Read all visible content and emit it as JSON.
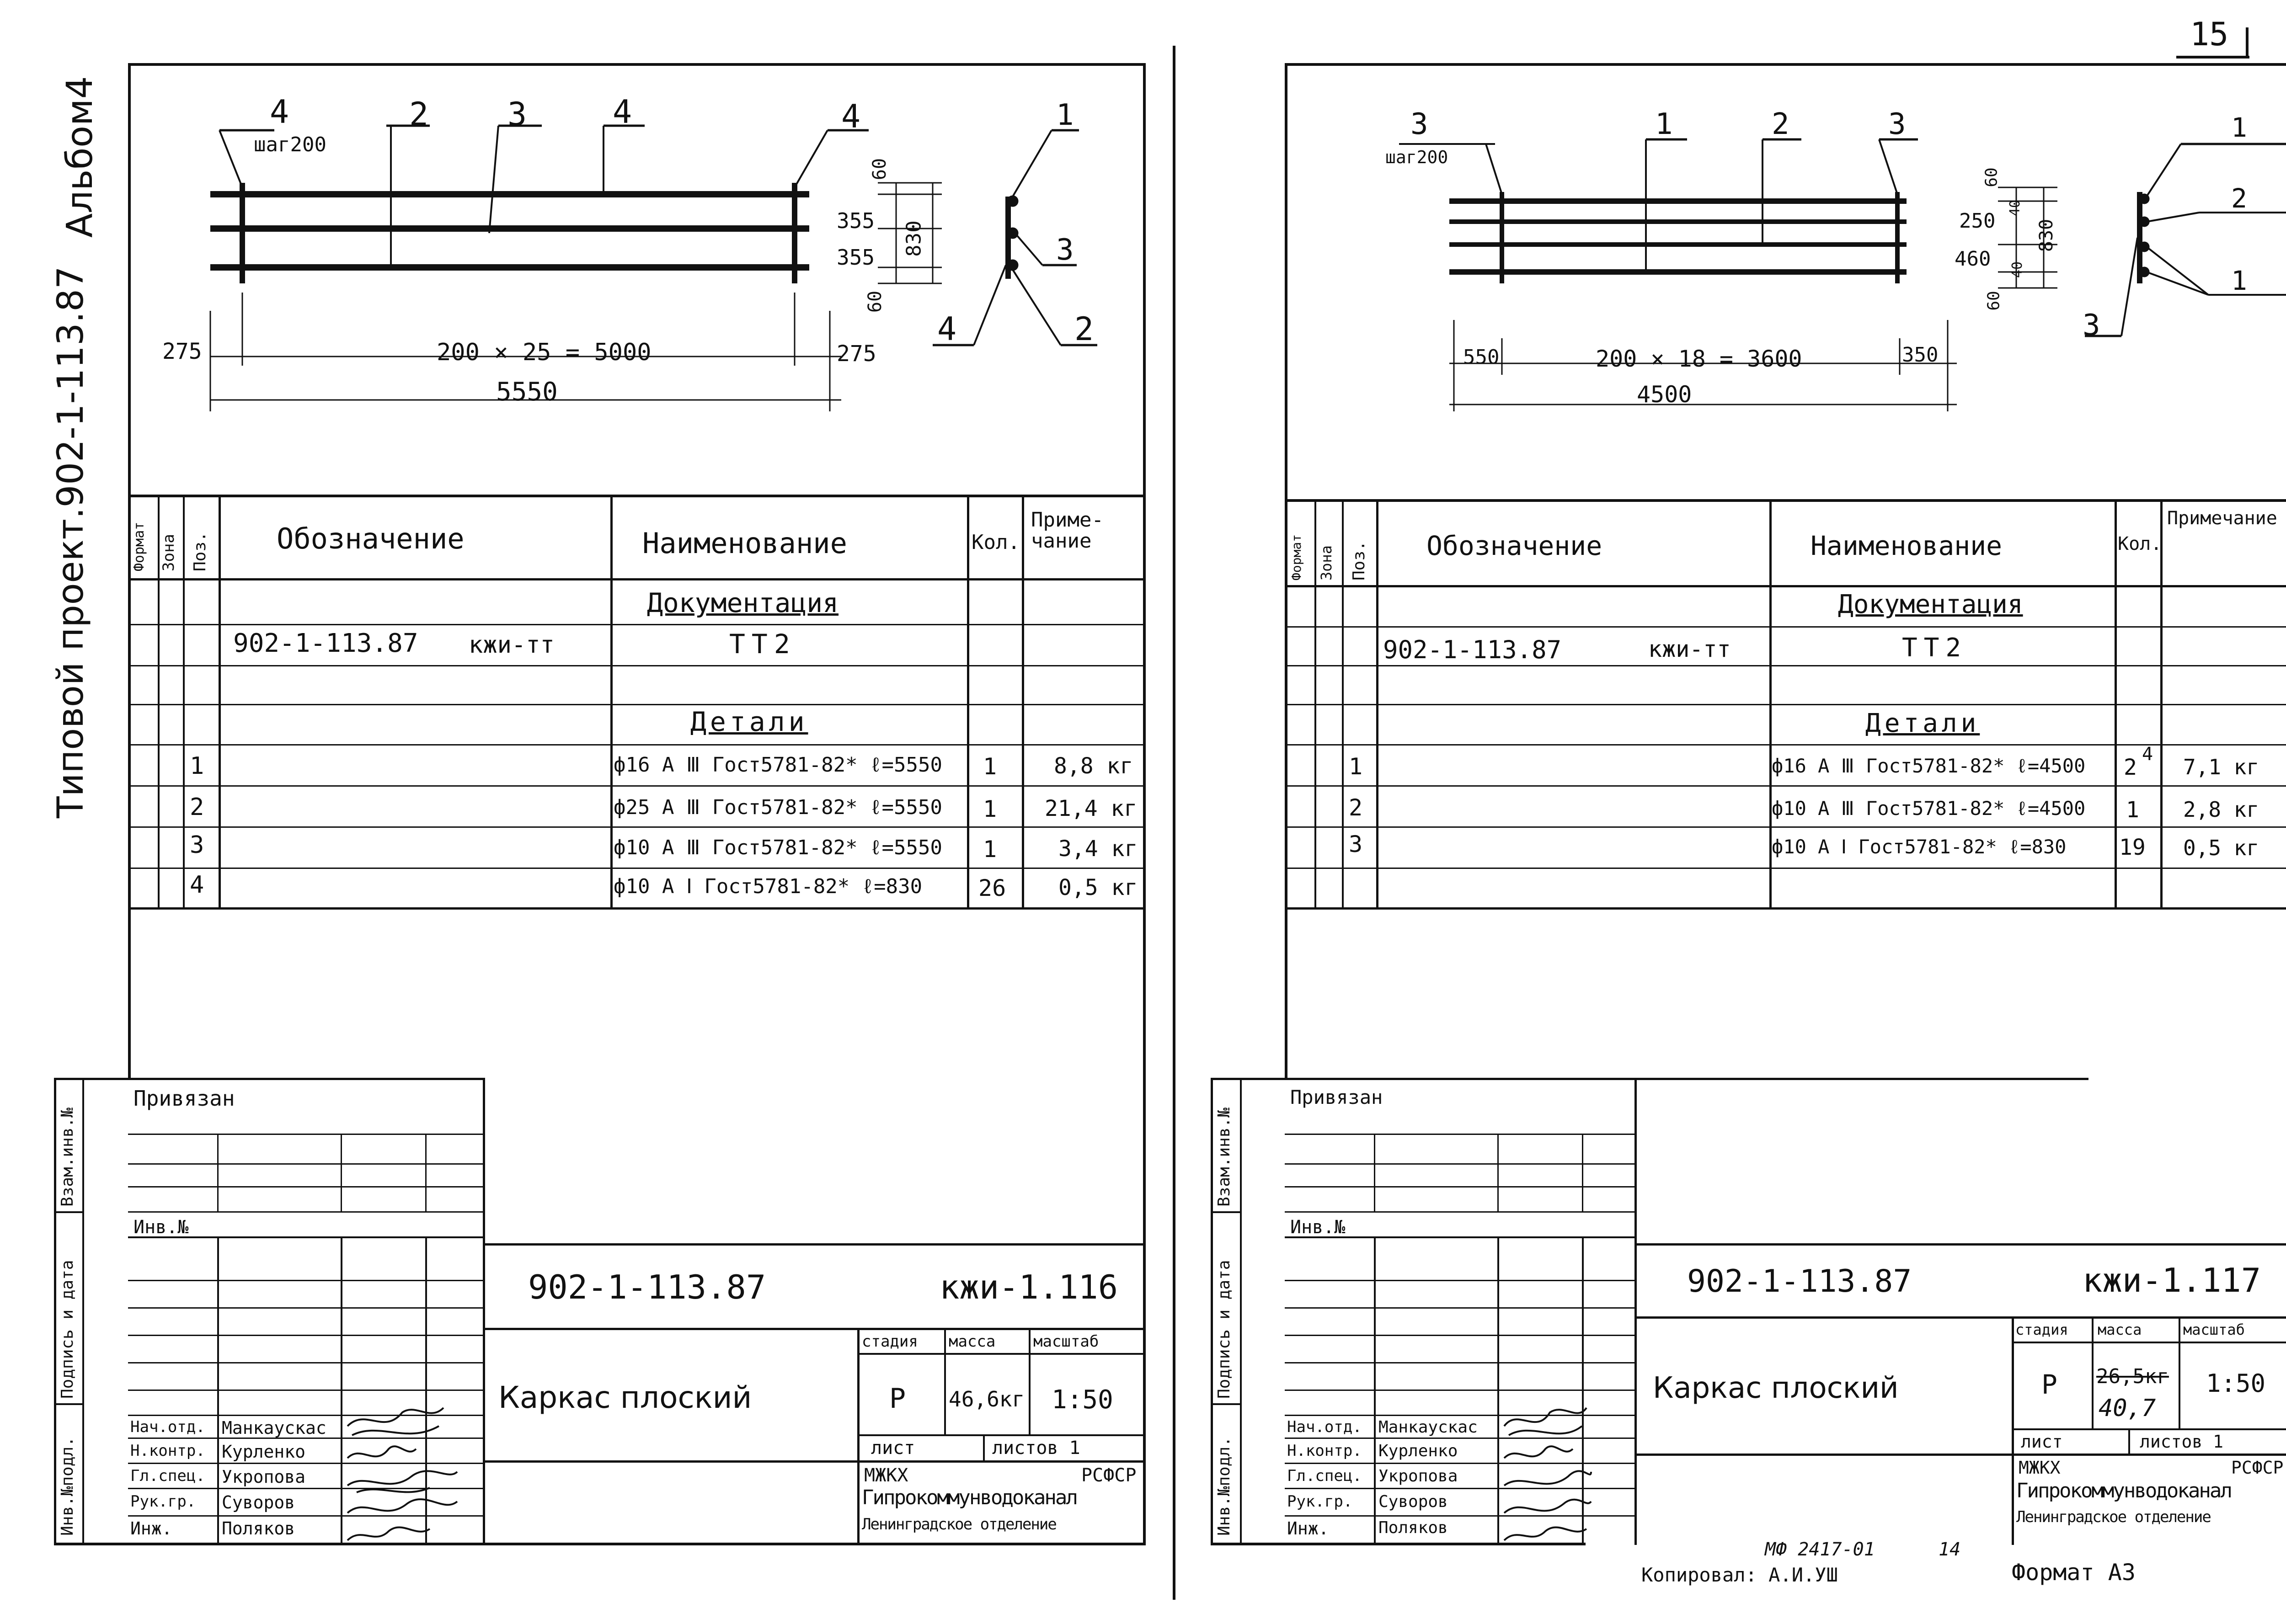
{
  "side": {
    "album": "Альбом4",
    "project": "Типовой проект.902-1-113.87"
  },
  "page_number": "15",
  "left": {
    "drawing": {
      "callouts": [
        "4",
        "2",
        "3",
        "4",
        "4"
      ],
      "step": "шаг200",
      "dim_275_left": "275",
      "dim_275_right": "275",
      "dim_mid": "200 × 25 = 5000",
      "dim_total": "5550",
      "dim_60_top": "60",
      "dim_355_a": "355",
      "dim_355_b": "355",
      "dim_830": "830",
      "dim_60_bot": "60",
      "section_labels": [
        "1",
        "3",
        "4",
        "2"
      ]
    },
    "spec": {
      "headers": {
        "format": "Формат",
        "zone": "Зона",
        "pos": "Поз.",
        "designation": "Обозначение",
        "name": "Наименование",
        "qty": "Кол.",
        "note": "Приме-чание"
      },
      "section_docs": "Документация",
      "doc_code": "902-1-113.87",
      "doc_suffix": "кжи-тт",
      "doc_name": "ТТ2",
      "section_parts": "Детали",
      "rows": [
        {
          "pos": "1",
          "name": "ф16 А Ⅲ Гост5781-82* ℓ=5550",
          "qty": "1",
          "note": "8,8 кг"
        },
        {
          "pos": "2",
          "name": "ф25 А Ⅲ Гост5781-82* ℓ=5550",
          "qty": "1",
          "note": "21,4 кг"
        },
        {
          "pos": "3",
          "name": "ф10 А Ⅲ Гост5781-82* ℓ=5550",
          "qty": "1",
          "note": "3,4 кг"
        },
        {
          "pos": "4",
          "name": "ф10 А Ⅰ Гост5781-82* ℓ=830",
          "qty": "26",
          "note": "0,5 кг"
        }
      ]
    },
    "titleblock": {
      "privyazan": "Привязан",
      "inv_no": "Инв.№",
      "side_labels": [
        "Инв.№подл.",
        "Подпись и дата",
        "Взам.инв.№"
      ],
      "code": "902-1-113.87",
      "mark": "кжи-1.116",
      "title": "Каркас плоский",
      "stage_label": "стадия",
      "mass_label": "масса",
      "scale_label": "масштаб",
      "stage": "Р",
      "mass": "46,6кг",
      "scale": "1:50",
      "sheet_label": "лист",
      "sheets_label": "листов 1",
      "org1": "МЖКХ",
      "org2": "РСФСР",
      "org3": "Гипрокоммунводоканал",
      "org4": "Ленинградское отделение",
      "staff": [
        {
          "role": "Нач.отд.",
          "name": "Манкаускас"
        },
        {
          "role": "Н.контр.",
          "name": "Курленко"
        },
        {
          "role": "Гл.спец.",
          "name": "Укропова"
        },
        {
          "role": "Рук.гр.",
          "name": "Суворов"
        },
        {
          "role": "Инж.",
          "name": "Поляков"
        }
      ]
    }
  },
  "right": {
    "drawing": {
      "callouts": [
        "3",
        "1",
        "2",
        "3"
      ],
      "step": "шаг200",
      "dim_550": "550",
      "dim_mid": "200 × 18 = 3600",
      "dim_350": "350",
      "dim_total": "4500",
      "dim_60_top": "60",
      "dim_250": "250",
      "dim_460": "460",
      "dim_40a": "40",
      "dim_40b": "40",
      "dim_830": "830",
      "dim_60_bot": "60",
      "section_labels": [
        "1",
        "2",
        "1",
        "3"
      ]
    },
    "spec": {
      "headers": {
        "format": "Формат",
        "zone": "Зона",
        "pos": "Поз.",
        "designation": "Обозначение",
        "name": "Наименование",
        "qty": "Кол.",
        "note": "Примечание"
      },
      "section_docs": "Документация",
      "doc_code": "902-1-113.87",
      "doc_suffix": "кжи-тт",
      "doc_name": "ТТ2",
      "section_parts": "Детали",
      "rows": [
        {
          "pos": "1",
          "name": "ф16 А Ⅲ Гост5781-82* ℓ=4500",
          "qty": "2",
          "note": "7,1 кг"
        },
        {
          "pos": "2",
          "name": "ф10 А Ⅲ Гост5781-82* ℓ=4500",
          "qty": "1",
          "note": "2,8 кг"
        },
        {
          "pos": "3",
          "name": "ф10 А Ⅰ Гост5781-82* ℓ=830",
          "qty": "19",
          "note": "0,5 кг"
        }
      ],
      "qty_correction": "4"
    },
    "titleblock": {
      "privyazan": "Привязан",
      "inv_no": "Инв.№",
      "side_labels": [
        "Инв.№подл.",
        "Подпись и дата",
        "Взам.инв.№"
      ],
      "code": "902-1-113.87",
      "mark": "кжи-1.117",
      "title": "Каркас плоский",
      "stage_label": "стадия",
      "mass_label": "масса",
      "scale_label": "масштаб",
      "stage": "Р",
      "mass_struck": "26,5кг",
      "mass": "40,7",
      "scale": "1:50",
      "sheet_label": "лист",
      "sheets_label": "листов 1",
      "org1": "МЖКХ",
      "org2": "РСФСР",
      "org3": "Гипрокоммунводоканал",
      "org4": "Ленинградское отделение",
      "staff": [
        {
          "role": "Нач.отд.",
          "name": "Манкаускас"
        },
        {
          "role": "Н.контр.",
          "name": "Курленко"
        },
        {
          "role": "Гл.спец.",
          "name": "Укропова"
        },
        {
          "role": "Рук.гр.",
          "name": "Суворов"
        },
        {
          "role": "Инж.",
          "name": "Поляков"
        }
      ]
    }
  },
  "footer": {
    "mf": "МФ 2417-01",
    "num": "14",
    "copied": "Копировал: А.И.УШ",
    "format": "Формат А3"
  }
}
